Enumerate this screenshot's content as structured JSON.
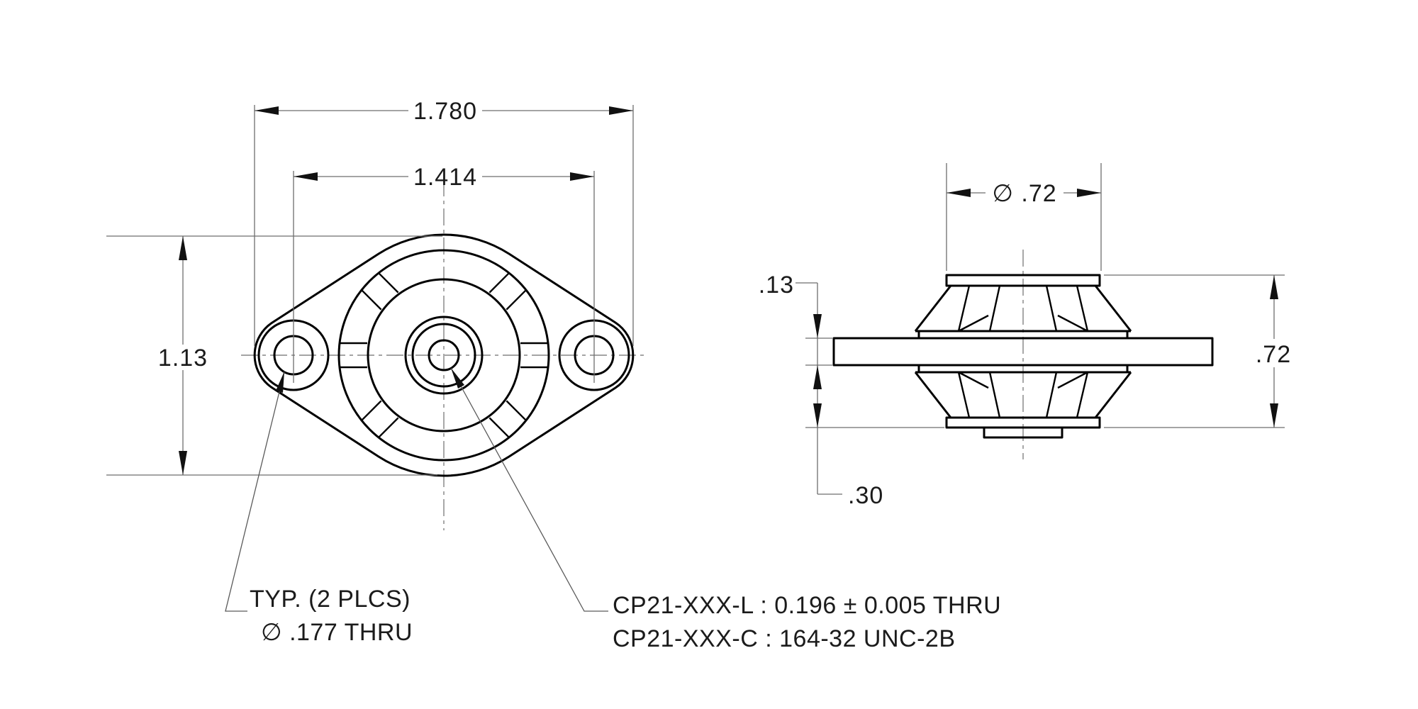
{
  "front_view": {
    "dimensions": {
      "overall_width": "1.780",
      "hole_spacing": "1.414",
      "overall_height": "1.13"
    },
    "notes": {
      "mounting_holes": {
        "line1": "TYP. (2 PLCS)",
        "line2": "∅ .177 THRU"
      },
      "center_hole": {
        "line1": "CP21-XXX-L : 0.196 ± 0.005 THRU",
        "line2": "CP21-XXX-C : 164-32 UNC-2B"
      }
    }
  },
  "side_view": {
    "dimensions": {
      "cap_diameter": "∅ .72",
      "flange_thickness": ".13",
      "overall_height": ".72",
      "lower_section_height": ".30"
    }
  },
  "style": {
    "edge_color": "#000000",
    "thin_line_color": "#6e6e6e",
    "text_color": "#1b1b1b",
    "background": "#ffffff"
  }
}
